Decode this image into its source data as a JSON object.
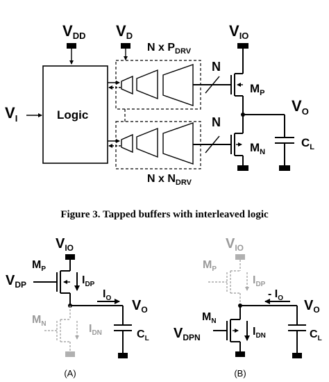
{
  "figure_top": {
    "vdd": "V",
    "vdd_sub": "DD",
    "vd": "V",
    "vd_sub": "D",
    "vio": "V",
    "vio_sub": "IO",
    "vi": "V",
    "vi_sub": "I",
    "vo": "V",
    "vo_sub": "O",
    "logic": "Logic",
    "n_pdrv": "N x P",
    "n_pdrv_sub": "DRV",
    "n_ndrv": "N x N",
    "n_ndrv_sub": "DRV",
    "n_top": "N",
    "n_bot": "N",
    "mp": "M",
    "mp_sub": "P",
    "mn": "M",
    "mn_sub": "N",
    "cl": "C",
    "cl_sub": "L"
  },
  "caption": "Figure 3. Tapped buffers with interleaved logic",
  "panel_a": {
    "label": "(A)",
    "vio": "V",
    "vio_sub": "IO",
    "mp": "M",
    "mp_sub": "P",
    "vdp": "V",
    "vdp_sub": "DP",
    "idp": "I",
    "idp_sub": "DP",
    "io": "I",
    "io_sub": "O",
    "vo": "V",
    "vo_sub": "O",
    "mn": "M",
    "mn_sub": "N",
    "idn": "I",
    "idn_sub": "DN",
    "cl": "C",
    "cl_sub": "L"
  },
  "panel_b": {
    "label": "(B)",
    "vio": "V",
    "vio_sub": "IO",
    "mp": "M",
    "mp_sub": "P",
    "idp": "I",
    "idp_sub": "DP",
    "io": "- I",
    "io_sub": "O",
    "vo": "V",
    "vo_sub": "O",
    "mn": "M",
    "mn_sub": "N",
    "vdpn": "V",
    "vdpn_sub": "DPN",
    "idn": "I",
    "idn_sub": "DN",
    "cl": "C",
    "cl_sub": "L"
  }
}
